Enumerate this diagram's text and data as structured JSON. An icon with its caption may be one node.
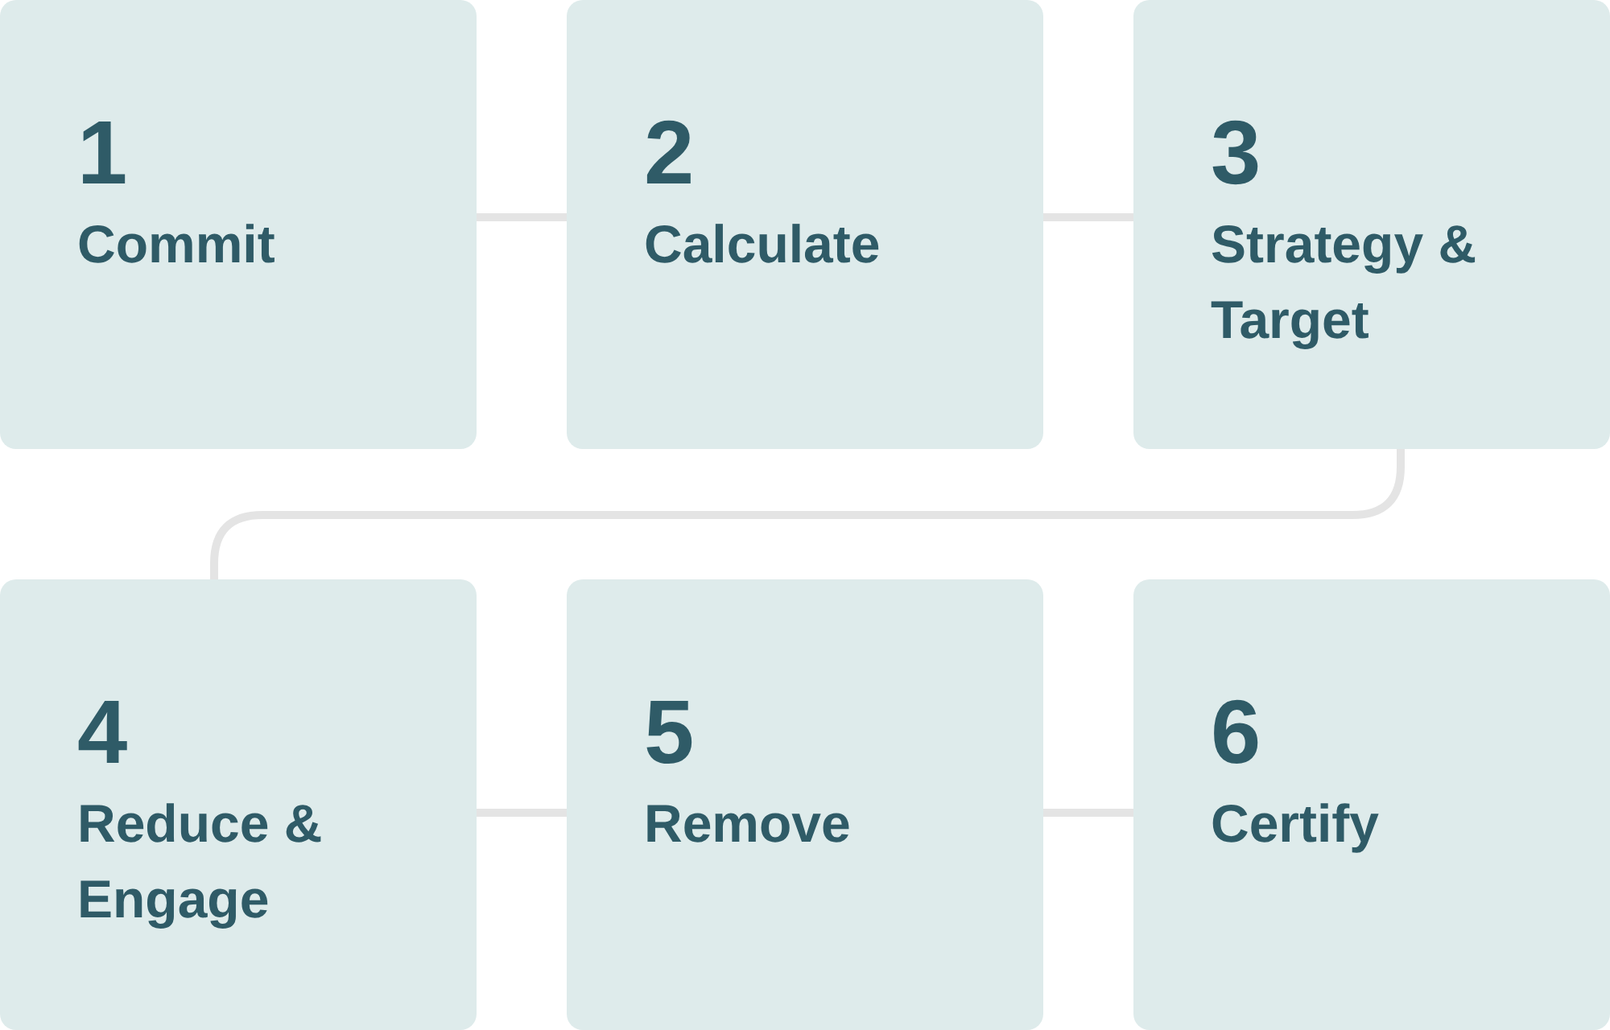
{
  "diagram": {
    "nodes": [
      {
        "text": [
          "1",
          "Commit"
        ]
      },
      {
        "text": [
          "2",
          "Calculate"
        ]
      },
      {
        "text": [
          "3",
          "Strategy & Target"
        ]
      },
      {
        "text": [
          "4",
          "Reduce & Engage"
        ]
      },
      {
        "text": [
          "5",
          "Remove"
        ]
      },
      {
        "text": [
          "6",
          "Certify"
        ]
      }
    ],
    "edges": [
      {
        "from": 0,
        "to": 1,
        "arrow": "none"
      },
      {
        "from": 1,
        "to": 2,
        "arrow": "none"
      },
      {
        "from": 2,
        "to": 3,
        "arrow": "none"
      },
      {
        "from": 3,
        "to": 4,
        "arrow": "none"
      },
      {
        "from": 4,
        "to": 5,
        "arrow": "none"
      }
    ]
  }
}
